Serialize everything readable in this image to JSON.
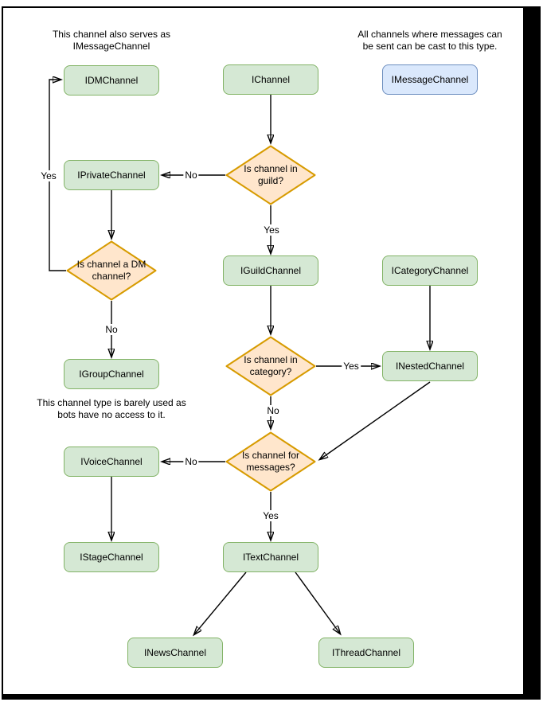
{
  "notes": {
    "dm_note": "This channel also serves as\nIMessageChannel",
    "message_note": "All channels where messages can\nbe sent can be cast to this type.",
    "group_note": "This channel type is barely used as\nbots have no access to it."
  },
  "nodes": {
    "idm": {
      "label": "IDMChannel"
    },
    "channel": {
      "label": "IChannel"
    },
    "message": {
      "label": "IMessageChannel"
    },
    "private": {
      "label": "IPrivateChannel"
    },
    "guild": {
      "label": "IGuildChannel"
    },
    "category": {
      "label": "ICategoryChannel"
    },
    "group": {
      "label": "IGroupChannel"
    },
    "nested": {
      "label": "INestedChannel"
    },
    "voice": {
      "label": "IVoiceChannel"
    },
    "stage": {
      "label": "IStageChannel"
    },
    "text": {
      "label": "ITextChannel"
    },
    "news": {
      "label": "INewsChannel"
    },
    "thread": {
      "label": "IThreadChannel"
    }
  },
  "decisions": {
    "in_guild": {
      "label": "Is channel in guild?"
    },
    "is_dm": {
      "label": "Is channel a DM channel?"
    },
    "in_category": {
      "label": "Is channel in category?"
    },
    "for_messages": {
      "label": "Is channel for messages?"
    }
  },
  "edge_labels": {
    "guild_no": "No",
    "guild_yes": "Yes",
    "dm_yes": "Yes",
    "dm_no": "No",
    "category_yes": "Yes",
    "category_no": "No",
    "messages_no": "No",
    "messages_yes": "Yes"
  },
  "colors": {
    "node_fill": "#d5e8d4",
    "node_border": "#82b366",
    "decision_fill": "#ffe6cc",
    "decision_border": "#d79b00",
    "highlight_fill": "#dae8fc",
    "highlight_border": "#6c8ebf",
    "edge": "#000000"
  }
}
